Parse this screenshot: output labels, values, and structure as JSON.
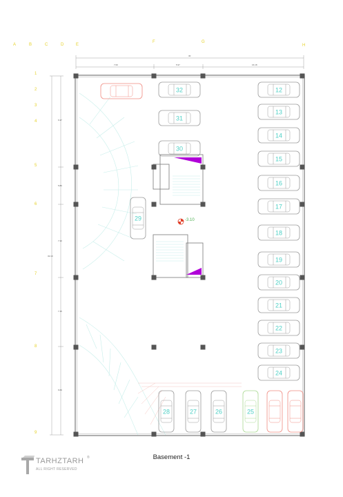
{
  "sheet": {
    "caption": "Basement -1",
    "level_mark": "-3.10",
    "overall_dimension": "30",
    "side_dimension": "32.10",
    "top_dimensions": [
      "7.00",
      "5.97",
      "16.18"
    ],
    "left_dimensions": [
      "6.37",
      "5.86",
      "7.30",
      "7.15",
      "6.69"
    ]
  },
  "grid": {
    "columns": [
      "A",
      "B",
      "C",
      "D",
      "E",
      "F",
      "G",
      "H"
    ],
    "rows": [
      "1",
      "2",
      "3",
      "4",
      "5",
      "6",
      "7",
      "8",
      "9"
    ]
  },
  "parking": {
    "right_column": [
      "12",
      "13",
      "14",
      "15",
      "16",
      "17",
      "18",
      "19",
      "20",
      "21",
      "22",
      "23",
      "24"
    ],
    "center_column": [
      "32",
      "31",
      "30"
    ],
    "middle_single": "29",
    "bottom_row": [
      "28",
      "27",
      "26",
      "25"
    ]
  },
  "colors": {
    "car_default": "#9a9a9a",
    "car_red": "#f08a80",
    "car_green": "#a8d890",
    "slot_number": "#4fd0c6",
    "grid_letters": "#e6d22a",
    "column_fill": "#555555",
    "stair_accent": "#b000d8",
    "ramp_lines": "#c6eeea",
    "ramp_pink": "#f5c6c0"
  },
  "logo": {
    "name": "TARHZTARH",
    "tagline": "ALL RIGHT RESERVED",
    "mark": "®"
  }
}
